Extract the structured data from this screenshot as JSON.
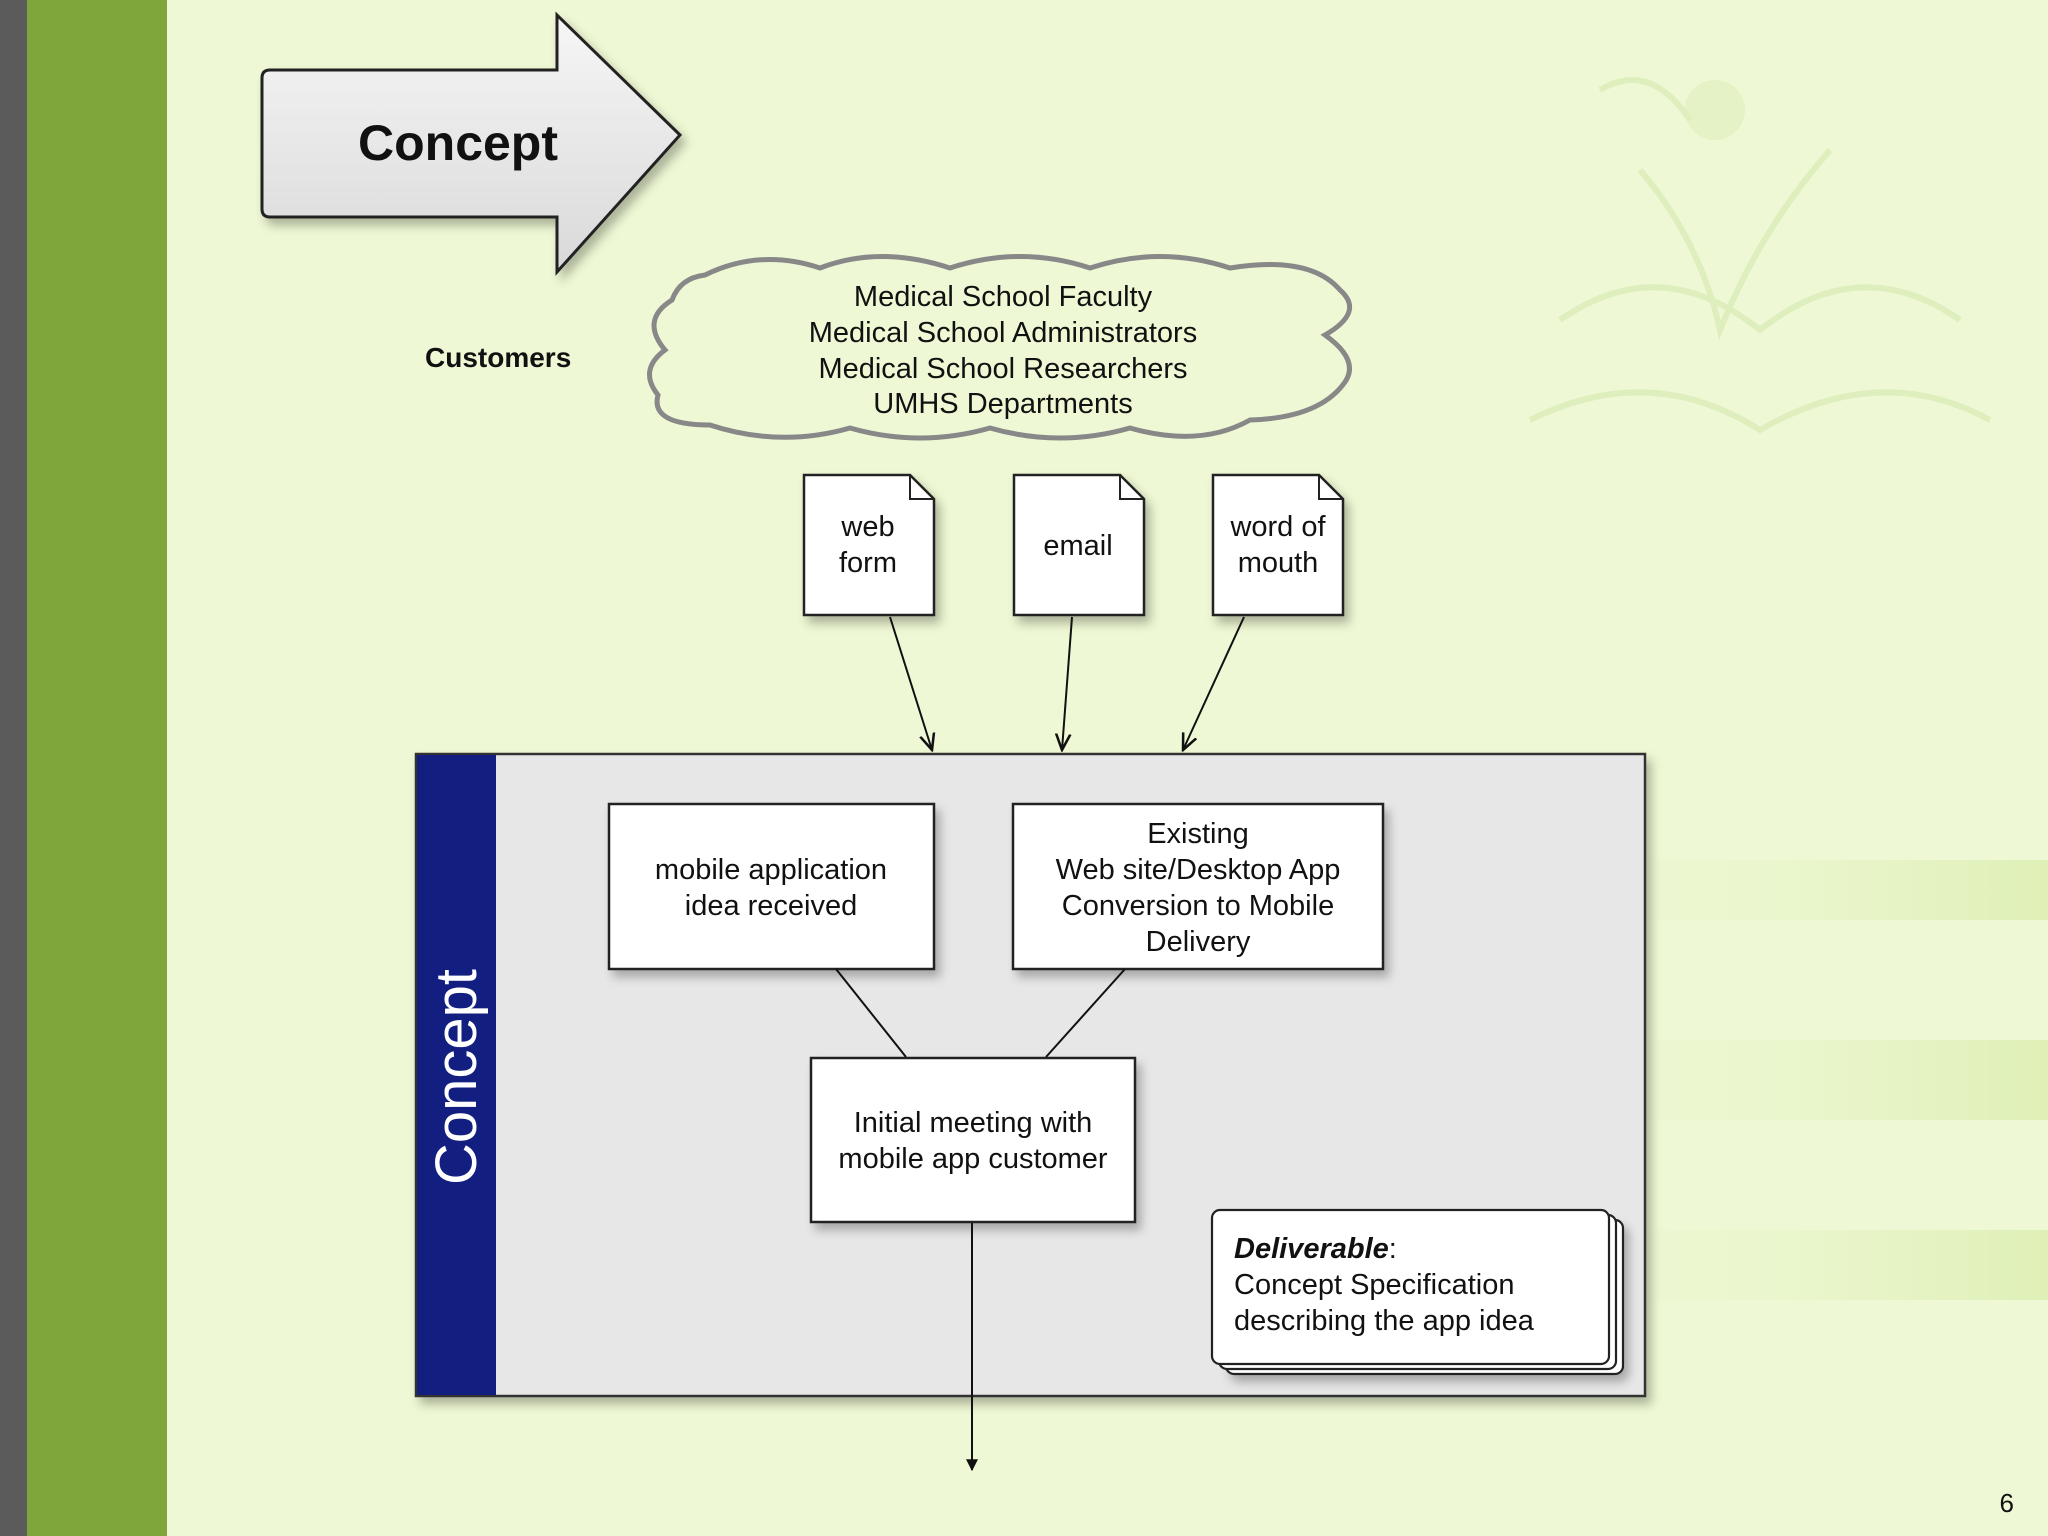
{
  "slide": {
    "header_arrow_label": "Concept",
    "page_number": "6"
  },
  "customers": {
    "label": "Customers",
    "groups": [
      "Medical School Faculty",
      "Medical School Administrators",
      "Medical School Researchers",
      "UMHS Departments"
    ]
  },
  "channels": [
    {
      "lines": [
        "web",
        "form"
      ]
    },
    {
      "lines": [
        "email"
      ]
    },
    {
      "lines": [
        "word of",
        "mouth"
      ]
    }
  ],
  "phase": {
    "label": "Concept",
    "idea_box": [
      "mobile application",
      "idea received"
    ],
    "existing_box": [
      "Existing",
      "Web site/Desktop App",
      "Conversion to Mobile",
      "Delivery"
    ],
    "meeting_box": [
      "Initial meeting with",
      "mobile app customer"
    ],
    "deliverable": {
      "title": "Deliverable",
      "colon": ":",
      "lines": [
        "Concept Specification",
        "describing the app idea"
      ]
    }
  },
  "colors": {
    "background": "#eef8d4",
    "left_band_dark": "#5b5b5b",
    "left_band_green": "#7ea63b",
    "phase_bar": "#121f80",
    "phase_bg": "#e8e7e7"
  }
}
